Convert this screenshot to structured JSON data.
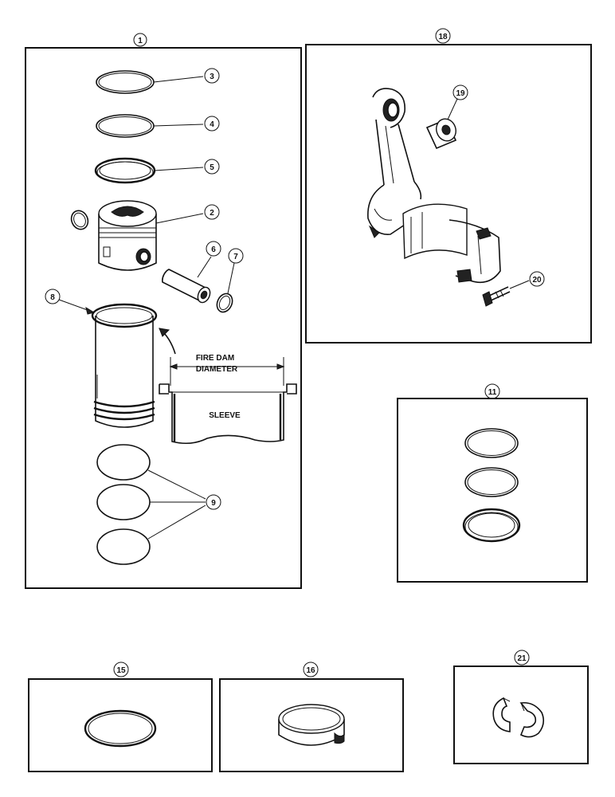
{
  "callouts": {
    "c1": "1",
    "c2": "2",
    "c3": "3",
    "c4": "4",
    "c5": "5",
    "c6": "6",
    "c7": "7",
    "c8": "8",
    "c9": "9",
    "c11": "11",
    "c15": "15",
    "c16": "16",
    "c18": "18",
    "c19": "19",
    "c20": "20",
    "c21": "21"
  },
  "labels": {
    "fire_dam_line1": "FIRE DAM",
    "fire_dam_line2": "DIAMETER",
    "sleeve": "SLEEVE"
  }
}
